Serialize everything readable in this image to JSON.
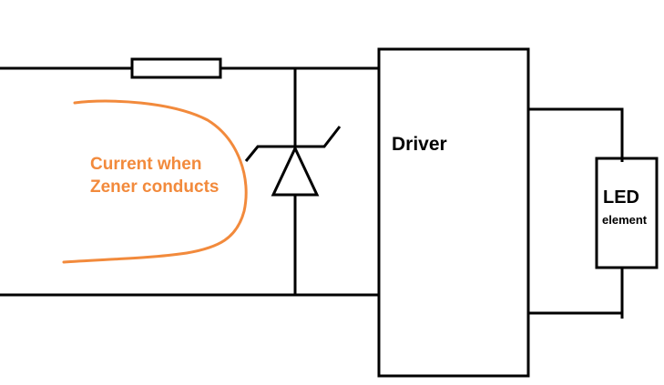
{
  "colors": {
    "wire": "#000000",
    "annotation": "#f28a3c",
    "background": "#ffffff"
  },
  "blocks": {
    "driver": {
      "label": "Driver"
    },
    "led": {
      "label_line1": "LED",
      "label_line2": "element"
    }
  },
  "components": {
    "resistor": {
      "icon": "resistor-symbol"
    },
    "zener": {
      "icon": "zener-diode-symbol"
    }
  },
  "annotation": {
    "line1": "Current when",
    "line2": "Zener conducts"
  }
}
